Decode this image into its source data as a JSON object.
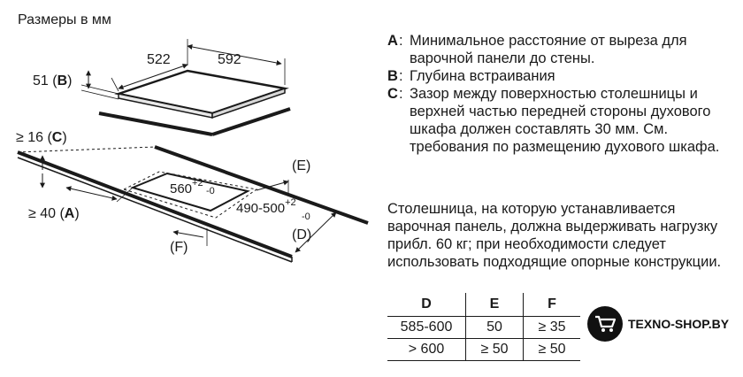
{
  "title": "Размеры в мм",
  "diagram": {
    "w522": "522",
    "w592": "592",
    "b_label": "51 (",
    "b_key": "B",
    "c_label": "≥ 16 (",
    "c_key": "C",
    "a_label": "≥ 40 (",
    "a_key": "A",
    "close": ")",
    "cut_w": "560",
    "cut_w_tol_plus": "+2",
    "cut_w_tol_minus": "-0",
    "cut_d": "490-500",
    "cut_d_tol_plus": "+2",
    "cut_d_tol_minus": "-0",
    "e_label": "(E)",
    "f_label": "(F)",
    "d_label": "(D)"
  },
  "notes": [
    {
      "key": "A",
      "text": "Минимальное расстояние от выреза для варочной панели до стены."
    },
    {
      "key": "B",
      "text": "Глубина встраивания"
    },
    {
      "key": "C",
      "text": "Зазор между поверхностью столешницы и верхней частью передней стороны духового шкафа должен составлять 30 мм. См. требования по размещению духового шкафа."
    }
  ],
  "paragraph": "Столешница, на которую устанавливается варочная панель, должна выдерживать нагрузку прибл. 60 кг; при необходимости следует использовать подходящие опорные конструкции.",
  "table": {
    "headers": [
      "D",
      "E",
      "F"
    ],
    "rows": [
      [
        "585-600",
        "50",
        "≥ 35"
      ],
      [
        "> 600",
        "≥ 50",
        "≥ 50"
      ]
    ]
  },
  "logo": {
    "text": "TEXNO-SHOP.BY",
    "icon": "cart-icon"
  }
}
